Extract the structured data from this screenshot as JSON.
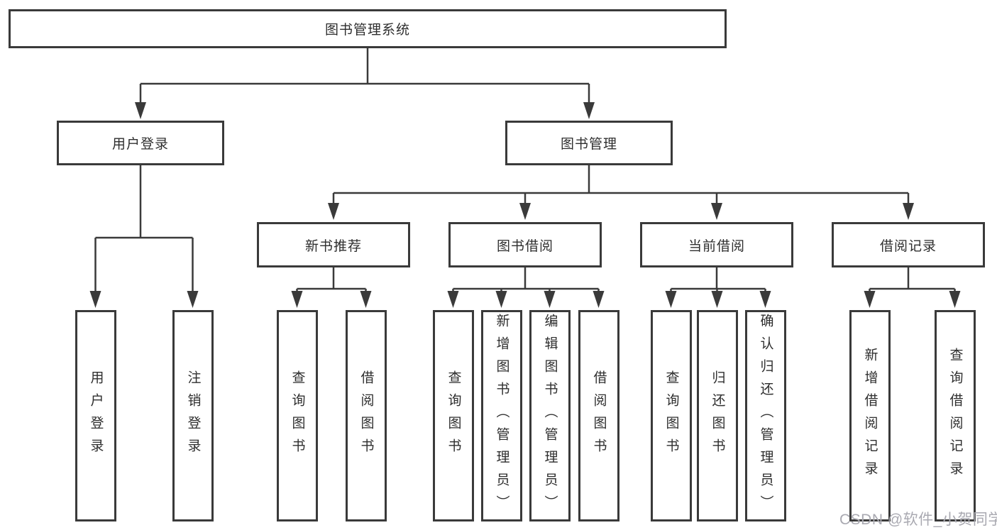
{
  "diagram": {
    "root": {
      "label": "图书管理系统"
    },
    "branches": [
      {
        "label": "用户登录",
        "children": [
          {
            "label": "用户登录"
          },
          {
            "label": "注销登录"
          }
        ]
      },
      {
        "label": "图书管理",
        "children": [
          {
            "label": "新书推荐",
            "children": [
              {
                "label": "查询图书"
              },
              {
                "label": "借阅图书"
              }
            ]
          },
          {
            "label": "图书借阅",
            "children": [
              {
                "label": "查询图书"
              },
              {
                "label": "新增图书（管理员）"
              },
              {
                "label": "编辑图书（管理员）"
              },
              {
                "label": "借阅图书"
              }
            ]
          },
          {
            "label": "当前借阅",
            "children": [
              {
                "label": "查询图书"
              },
              {
                "label": "归还图书"
              },
              {
                "label": "确认归还（管理员）"
              }
            ]
          },
          {
            "label": "借阅记录",
            "children": [
              {
                "label": "新增借阅记录"
              },
              {
                "label": "查询借阅记录"
              }
            ]
          }
        ]
      }
    ],
    "watermark": "CSDN @软件_小贺同学",
    "colors": {
      "line": "#3a3a3a",
      "box_border": "#3a3a3a",
      "text": "#2e2e2e",
      "watermark": "#a9a9b1",
      "background": "#ffffff"
    }
  }
}
